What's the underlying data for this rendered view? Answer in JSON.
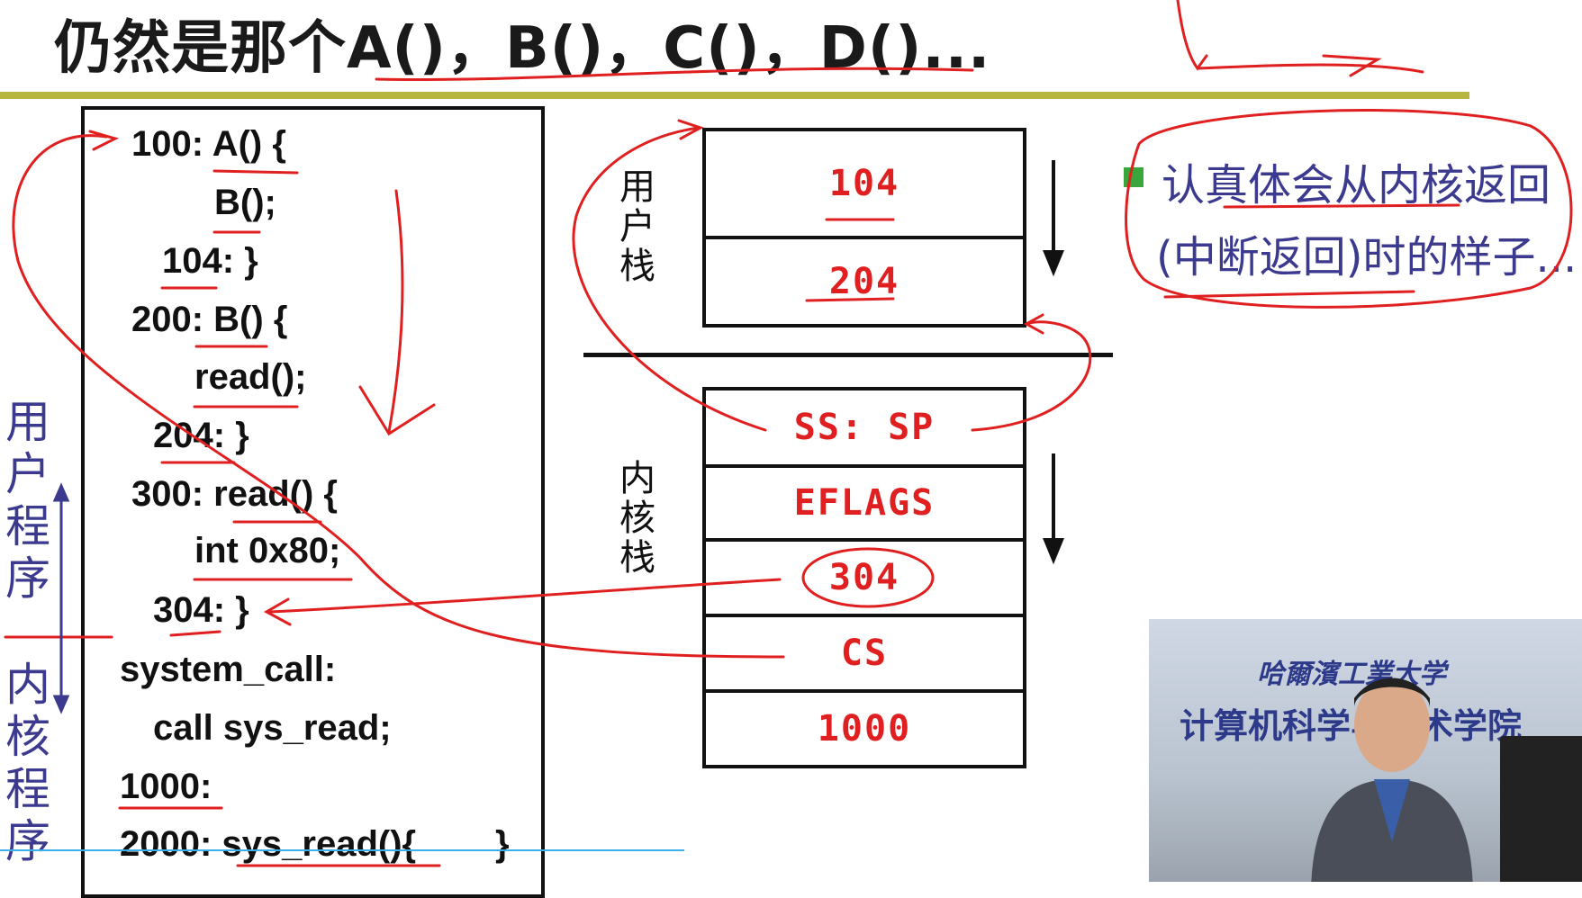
{
  "slide": {
    "title": "仍然是那个A()，B()，C()，D()...",
    "code_lines": [
      "100: A() {",
      "B();",
      "104: }",
      "200: B() {",
      "read();",
      "204: }",
      "300: read() {",
      "int 0x80;",
      "304: }",
      "system_call:",
      "call sys_read;",
      "1000:",
      "2000: sys_read(){"
    ],
    "code_tail": "}",
    "left_labels": {
      "user_program": "用户程序",
      "kernel_program": "内核程序"
    },
    "user_stack": {
      "label": "用户栈",
      "cells": [
        "104",
        "204"
      ]
    },
    "kernel_stack": {
      "label": "内核栈",
      "cells": [
        "SS:  SP",
        "EFLAGS",
        "304",
        "CS",
        "1000"
      ]
    },
    "note": {
      "line1": "认真体会从内核返回",
      "line2": "(中断返回)时的样子..."
    },
    "colors": {
      "accent_red": "#e02020",
      "label_blue": "#3b3a8f",
      "title_bar": "#b5b53f"
    }
  },
  "video": {
    "org_line1": "哈爾濱工業大学",
    "org_line2": "计算机科学与技术学院"
  }
}
